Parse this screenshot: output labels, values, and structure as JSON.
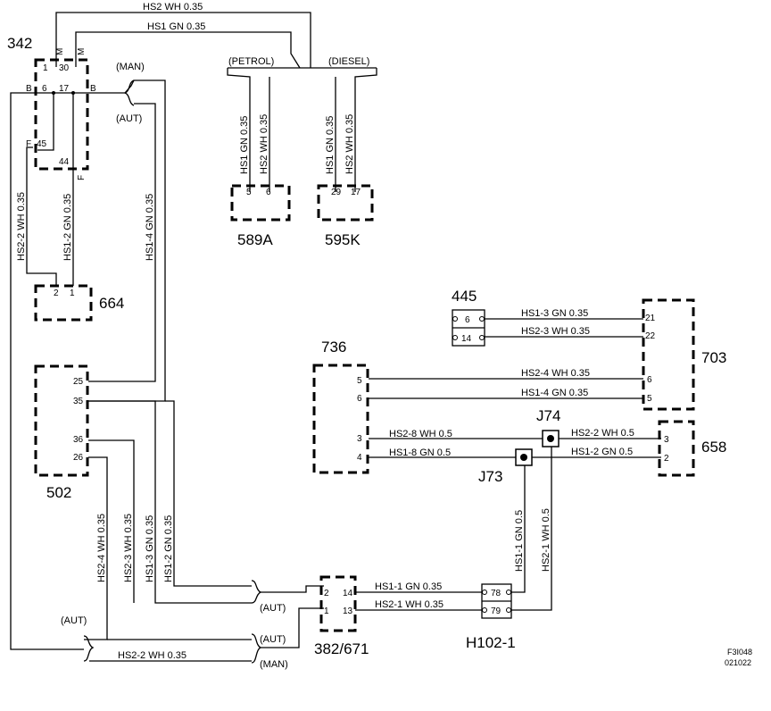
{
  "components": {
    "c342": "342",
    "c589a": "589A",
    "c595k": "595K",
    "c664": "664",
    "c445": "445",
    "c703": "703",
    "c736": "736",
    "c658": "658",
    "c502": "502",
    "c382": "382/671",
    "h102": "H102-1",
    "j74": "J74",
    "j73": "J73"
  },
  "labels": {
    "petrol": "(PETROL)",
    "diesel": "(DIESEL)",
    "man": "(MAN)",
    "aut": "(AUT)"
  },
  "wires": {
    "hs2_top": "HS2 WH 0.35",
    "hs1_top": "HS1 GN 0.35",
    "hs1_589": "HS1 GN 0.35",
    "hs2_589": "HS2 WH 0.35",
    "hs1_595": "HS1 GN 0.35",
    "hs2_595": "HS2 WH 0.35",
    "hs2_2_left": "HS2-2 WH 0.35",
    "hs1_2_left": "HS1-2 GN 0.35",
    "hs1_4_left": "HS1-4 GN 0.35",
    "hs1_3_r": "HS1-3 GN 0.35",
    "hs2_3_r": "HS2-3 WH 0.35",
    "hs2_4_r": "HS2-4 WH 0.35",
    "hs1_4_r": "HS1-4 GN 0.35",
    "hs2_8": "HS2-8 WH 0.5",
    "hs1_8": "HS1-8 GN 0.5",
    "hs2_2_r": "HS2-2 WH 0.5",
    "hs1_2_r": "HS1-2 GN 0.5",
    "hs1_1_v": "HS1-1 GN 0.5",
    "hs2_1_v": "HS2-1 WH 0.5",
    "hs2_4_b": "HS2-4 WH 0.35",
    "hs2_3_b": "HS2-3 WH 0.35",
    "hs1_3_b": "HS1-3 GN 0.35",
    "hs1_2_b": "HS1-2 GN 0.35",
    "hs1_1_h": "HS1-1 GN 0.35",
    "hs2_1_h": "HS2-1 WH 0.35",
    "hs2_2_bot": "HS2-2 WH 0.35"
  },
  "pins": {
    "p342_1": "1",
    "p342_30": "30",
    "p342_M1": "M",
    "p342_M2": "M",
    "p342_B1": "B",
    "p342_6": "6",
    "p342_17": "17",
    "p342_B2": "B",
    "p342_F1": "F",
    "p342_45": "45",
    "p342_44": "44",
    "p342_F2": "F",
    "p589_5": "5",
    "p589_6": "6",
    "p595_29": "29",
    "p595_17": "17",
    "p664_2": "2",
    "p664_1": "1",
    "p445_6": "6",
    "p445_14": "14",
    "p703_21": "21",
    "p703_22": "22",
    "p703_6": "6",
    "p703_5": "5",
    "p736_5": "5",
    "p736_6": "6",
    "p736_3": "3",
    "p736_4": "4",
    "p658_3": "3",
    "p658_2": "2",
    "p502_25": "25",
    "p502_35": "35",
    "p502_36": "36",
    "p502_26": "26",
    "p382_2": "2",
    "p382_1": "1",
    "p382_14": "14",
    "p382_13": "13",
    "p102_78": "78",
    "p102_79": "79"
  },
  "footer": {
    "code1": "F3I048",
    "code2": "021022"
  }
}
